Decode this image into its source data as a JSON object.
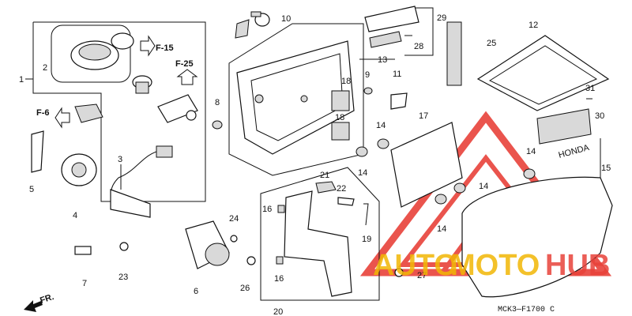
{
  "diagram": {
    "callouts": {
      "c1": "1",
      "c2": "2",
      "c3": "3",
      "c4": "4",
      "c5": "5",
      "c6": "6",
      "c7": "7",
      "c8": "8",
      "c9": "9",
      "c10": "10",
      "c11": "11",
      "c12": "12",
      "c13": "13",
      "c14a": "14",
      "c14b": "14",
      "c14c": "14",
      "c14d": "14",
      "c14e": "14",
      "c15": "15",
      "c16a": "16",
      "c16b": "16",
      "c17": "17",
      "c18a": "18",
      "c18b": "18",
      "c19": "19",
      "c20": "20",
      "c21": "21",
      "c22": "22",
      "c23": "23",
      "c24": "24",
      "c25": "25",
      "c26": "26",
      "c27": "27",
      "c28": "28",
      "c29": "29",
      "c30": "30",
      "c31": "31"
    },
    "refs": {
      "f15": "F-15",
      "f25": "F-25",
      "f6": "F-6"
    },
    "front_label": "FR.",
    "diagram_code": "MCK3—F1700 C",
    "emblem_text": "HONDA"
  },
  "watermark": {
    "part1": "AUTO",
    "part2": "MOTO",
    "part3": "HUB",
    "color": "#e8423a",
    "accent": "#f2b705"
  }
}
